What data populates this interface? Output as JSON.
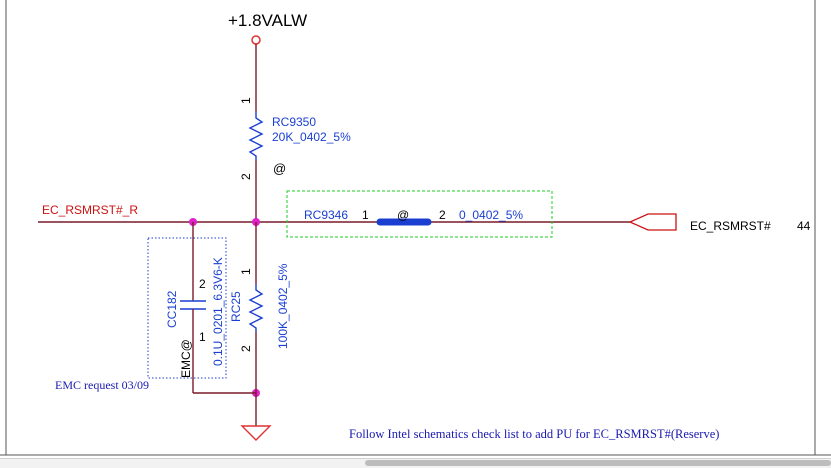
{
  "power": {
    "rail_label": "+1.8VALW"
  },
  "resistor_rc9350": {
    "ref": "RC9350",
    "value": "20K_0402_5%",
    "pin1": "1",
    "pin2": "2",
    "mark": "@"
  },
  "resistor_rc9346": {
    "ref": "RC9346",
    "pin1": "1",
    "mark": "@",
    "pin2": "2",
    "value": "0_0402_5%"
  },
  "resistor_rc25": {
    "ref": "RC25",
    "value": "100K_0402_5%",
    "pin1": "1",
    "pin2": "2"
  },
  "capacitor_cc182": {
    "ref": "CC182",
    "value": "0.1U_0201_6.3V6-K",
    "pin2": "2",
    "pin1": "1",
    "mark": "EMC@"
  },
  "nets": {
    "left": "EC_RSMRST#_R",
    "right": "EC_RSMRST#",
    "right_page": "44"
  },
  "notes": {
    "emc": "EMC request 03/09",
    "follow": "Follow Intel schematics check list to add PU for EC_RSMRST#(Reserve)"
  },
  "colors": {
    "wire": "#7a1a2a",
    "resistor": "#1a3fd0",
    "junction": "#e020c8",
    "power": "#e03030",
    "net_label": "#cc1111",
    "note": "#1a1ab0",
    "dash_green": "#22cc22"
  }
}
